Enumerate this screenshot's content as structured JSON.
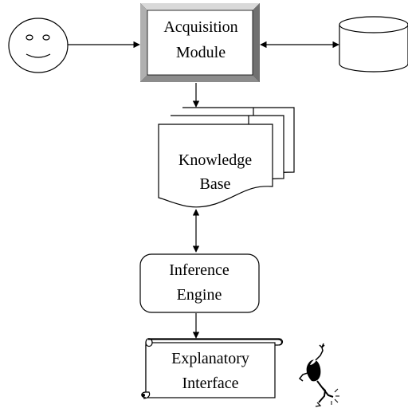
{
  "nodes": {
    "acquisition": {
      "line1": "Acquisition",
      "line2": "Module"
    },
    "knowledge": {
      "line1": "Knowledge",
      "line2": "Base"
    },
    "inference": {
      "line1": "Inference",
      "line2": "Engine"
    },
    "explanatory": {
      "line1": "Explanatory",
      "line2": "Interface"
    }
  },
  "icons": {
    "user": "smiley-face-icon",
    "database": "database-cylinder-icon",
    "person": "waving-person-icon"
  }
}
